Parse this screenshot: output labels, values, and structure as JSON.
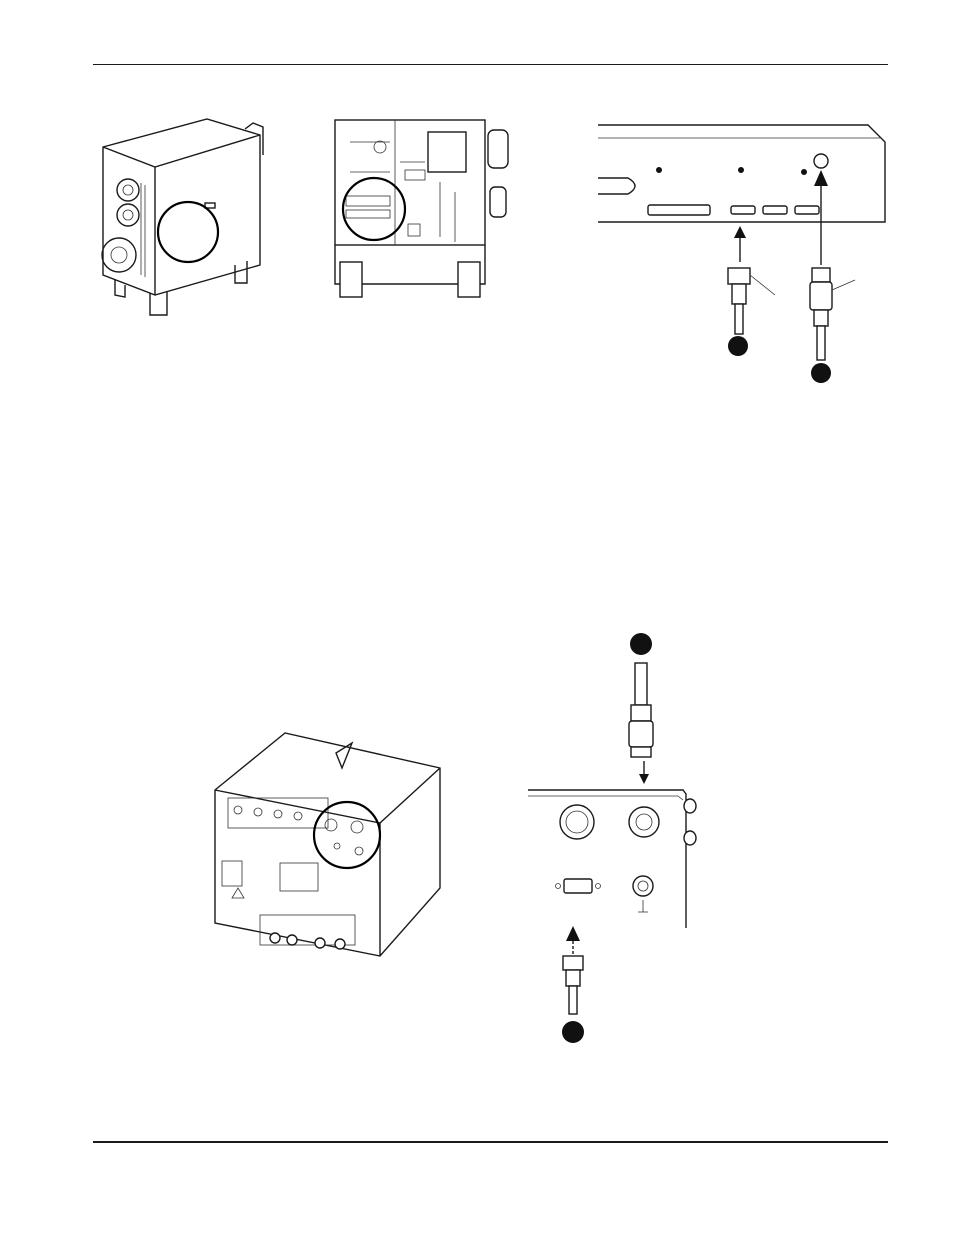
{
  "page": {
    "header_rule": true,
    "footer_rule": true
  },
  "figures": [
    {
      "id": "fig-power-supply-exterior",
      "description_icon": "power-supply-icon"
    },
    {
      "id": "fig-power-supply-interior",
      "description_icon": "power-supply-open-icon"
    },
    {
      "id": "fig-control-board-connections",
      "description_icon": "connector-panel-icon",
      "callouts": [
        "",
        ""
      ]
    },
    {
      "id": "fig-gas-console",
      "description_icon": "gas-console-icon"
    },
    {
      "id": "fig-console-connectors",
      "description_icon": "connector-panel-icon",
      "callouts": [
        "",
        ""
      ]
    }
  ]
}
